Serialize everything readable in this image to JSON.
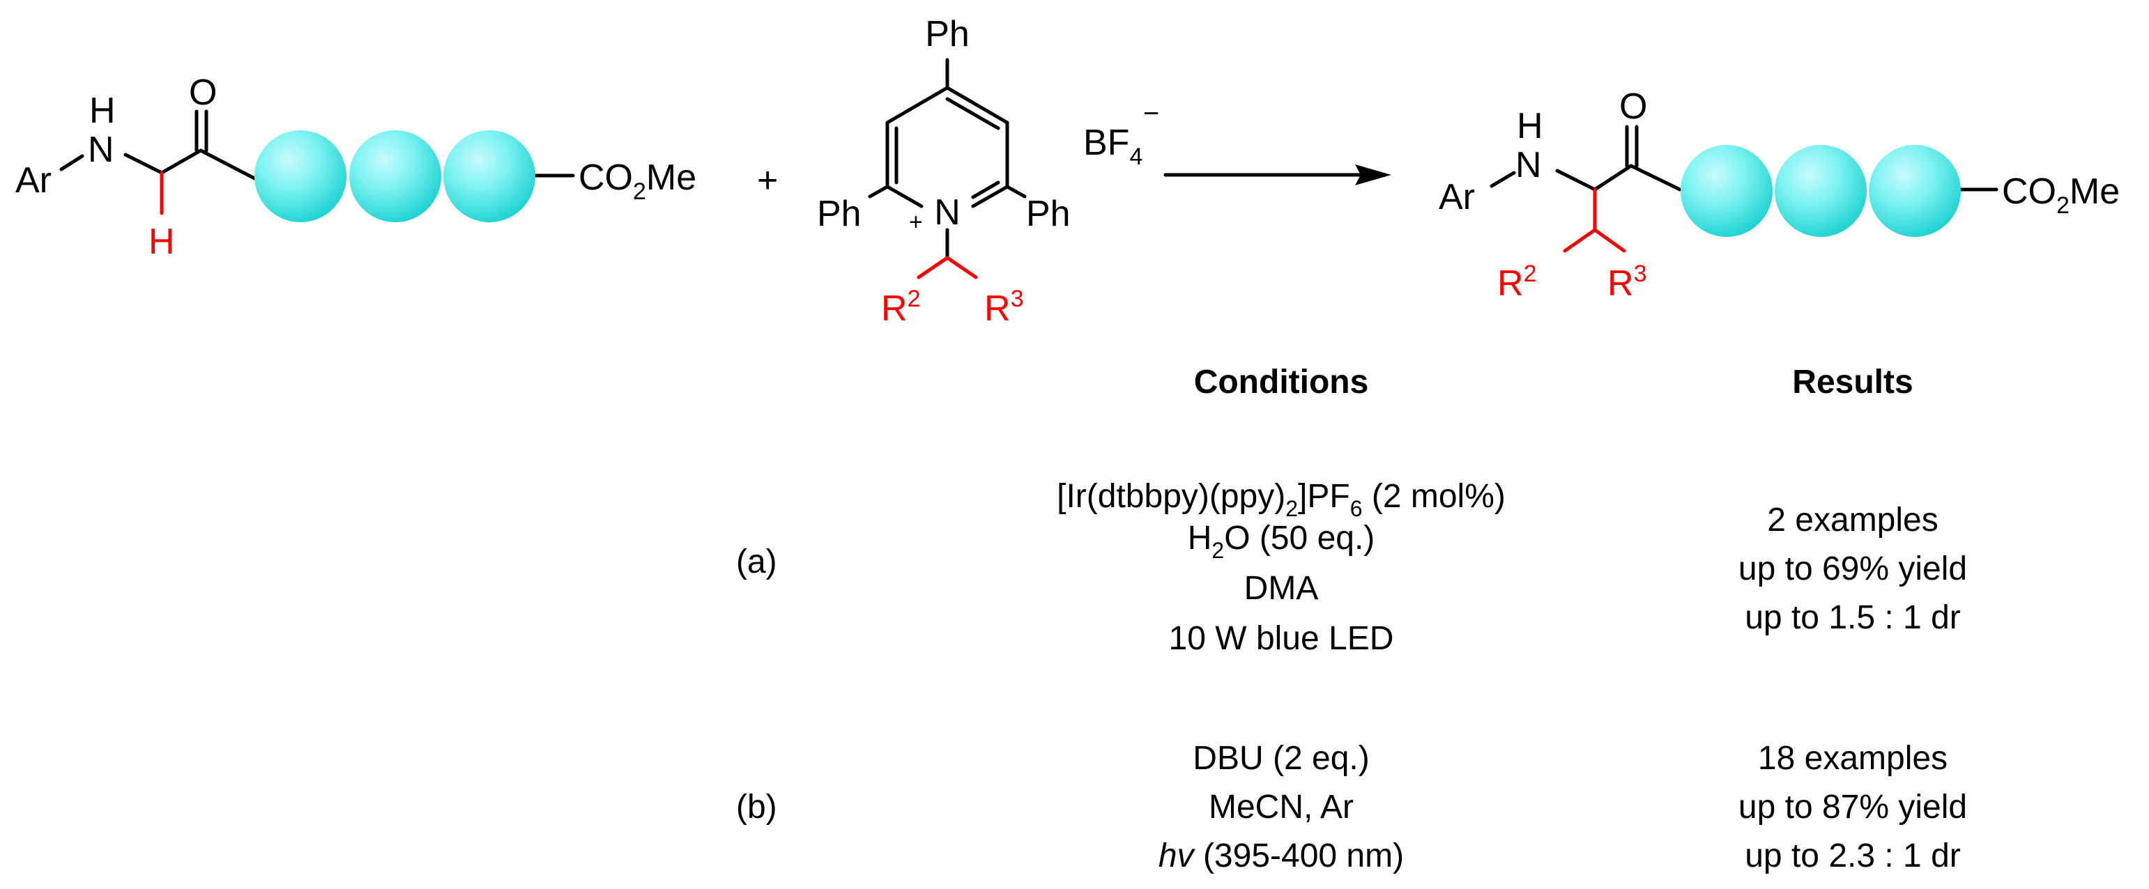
{
  "colors": {
    "bead_fill": "#7ff3f3",
    "bead_shade": "#22d3d3",
    "highlight": "#ff0000",
    "text": "#000000"
  },
  "reactant1": {
    "ar": "Ar",
    "n": "N",
    "nh": "H",
    "o": "O",
    "h_alpha": "H",
    "ester": "CO",
    "ester_sub": "2",
    "ester_tail": "Me"
  },
  "plus": "+",
  "reagent": {
    "ph_top": "Ph",
    "ph_left": "Ph",
    "ph_right": "Ph",
    "n": "N",
    "charge": "+",
    "counterion": "BF",
    "counterion_sub": "4",
    "counterion_charge": "−",
    "r2": "R",
    "r2_sup": "2",
    "r3": "R",
    "r3_sup": "3"
  },
  "product": {
    "ar": "Ar",
    "n": "N",
    "nh": "H",
    "o": "O",
    "ester": "CO",
    "ester_sub": "2",
    "ester_tail": "Me",
    "r2": "R",
    "r2_sup": "2",
    "r3": "R",
    "r3_sup": "3"
  },
  "table": {
    "conditions_header": "Conditions",
    "results_header": "Results",
    "rows": [
      {
        "label": "(a)",
        "catalyst_a": "[Ir(dtbbpy)(ppy)",
        "catalyst_sub1": "2",
        "catalyst_b": "]PF",
        "catalyst_sub2": "6",
        "catalyst_c": " (2 mol%)",
        "water_a": "H",
        "water_sub": "2",
        "water_b": "O (50 eq.)",
        "solvent": "DMA",
        "light": "10 W blue LED",
        "result_1": "2 examples",
        "result_2": "up to 69% yield",
        "result_3": "up to 1.5 : 1 dr"
      },
      {
        "label": "(b)",
        "base": "DBU (2 eq.)",
        "solvent": "MeCN, Ar",
        "light_a": "hv",
        "light_b": " (395-400 nm)",
        "result_1": "18 examples",
        "result_2": "up to 87% yield",
        "result_3": "up to 2.3 : 1 dr"
      }
    ]
  }
}
